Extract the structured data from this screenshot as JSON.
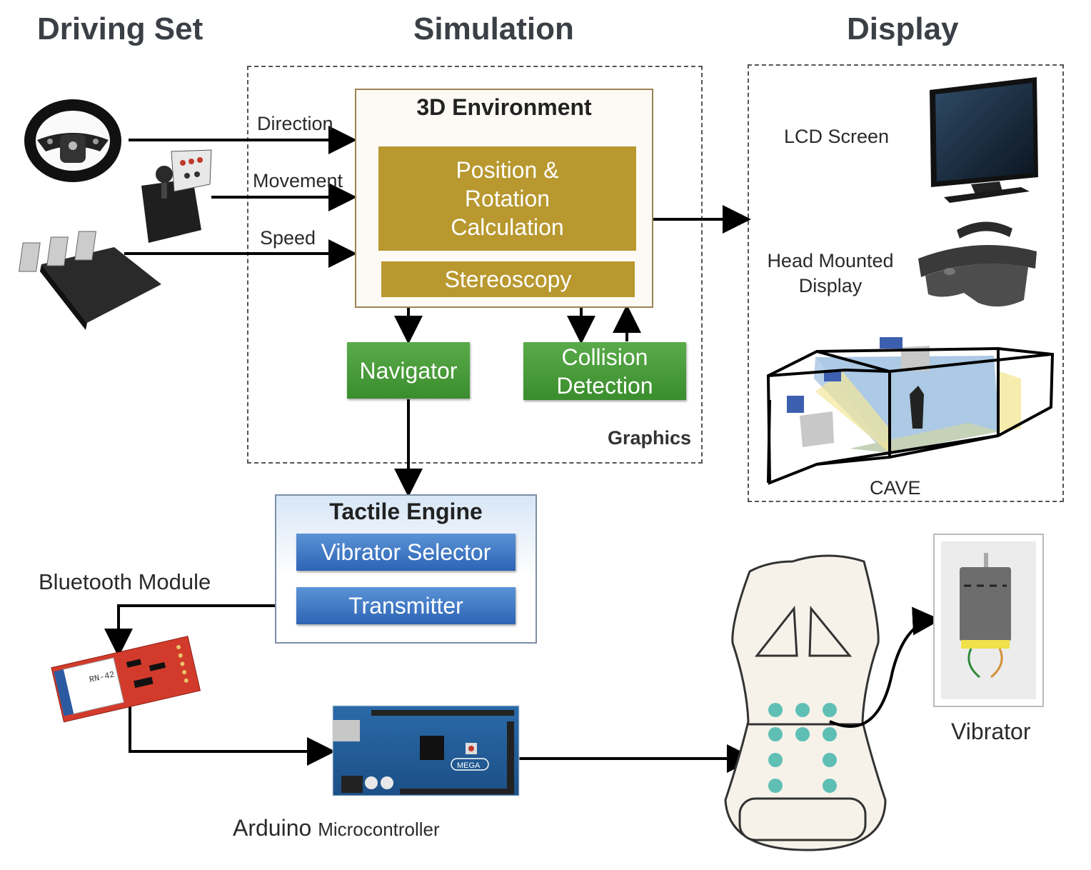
{
  "sections": {
    "driving_set": "Driving Set",
    "simulation": "Simulation",
    "display": "Display"
  },
  "inputs": {
    "direction": "Direction",
    "movement": "Movement",
    "speed": "Speed"
  },
  "environment": {
    "title": "3D Environment",
    "position_rotation": "Position & Rotation Calculation",
    "stereoscopy": "Stereoscopy"
  },
  "modules": {
    "navigator": "Navigator",
    "collision_detection": "Collision Detection",
    "graphics": "Graphics"
  },
  "display_devices": {
    "lcd": "LCD Screen",
    "hmd": "Head Mounted Display",
    "cave": "CAVE"
  },
  "tactile_engine": {
    "title": "Tactile Engine",
    "vibrator_selector": "Vibrator Selector",
    "transmitter": "Transmitter"
  },
  "hardware": {
    "bluetooth_module": "Bluetooth Module",
    "bt_chip_label": "RN-42",
    "arduino": "Arduino",
    "microcontroller": "Microcontroller",
    "arduino_board_text": "MEGA",
    "vibrator": "Vibrator"
  },
  "colors": {
    "gold": "#b8982f",
    "green": "#3a8d2d",
    "blue": "#2d64b5",
    "seat_dot": "#5fbfb4"
  }
}
